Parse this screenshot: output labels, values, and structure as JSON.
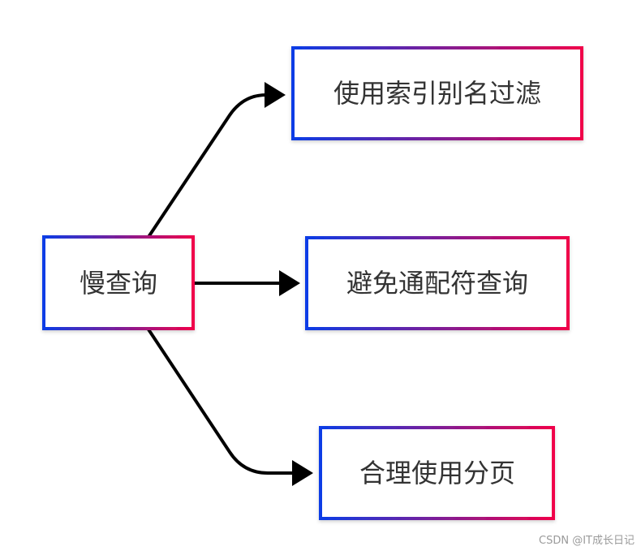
{
  "diagram": {
    "root": {
      "label": "慢查询"
    },
    "children": [
      {
        "label": "使用索引别名过滤"
      },
      {
        "label": "避免通配符查询"
      },
      {
        "label": "合理使用分页"
      }
    ],
    "colors": {
      "border_start": "#0a3ce6",
      "border_end": "#f0004a",
      "edge": "#000000",
      "text": "#333333"
    }
  },
  "watermark": "CSDN @IT成长日记"
}
